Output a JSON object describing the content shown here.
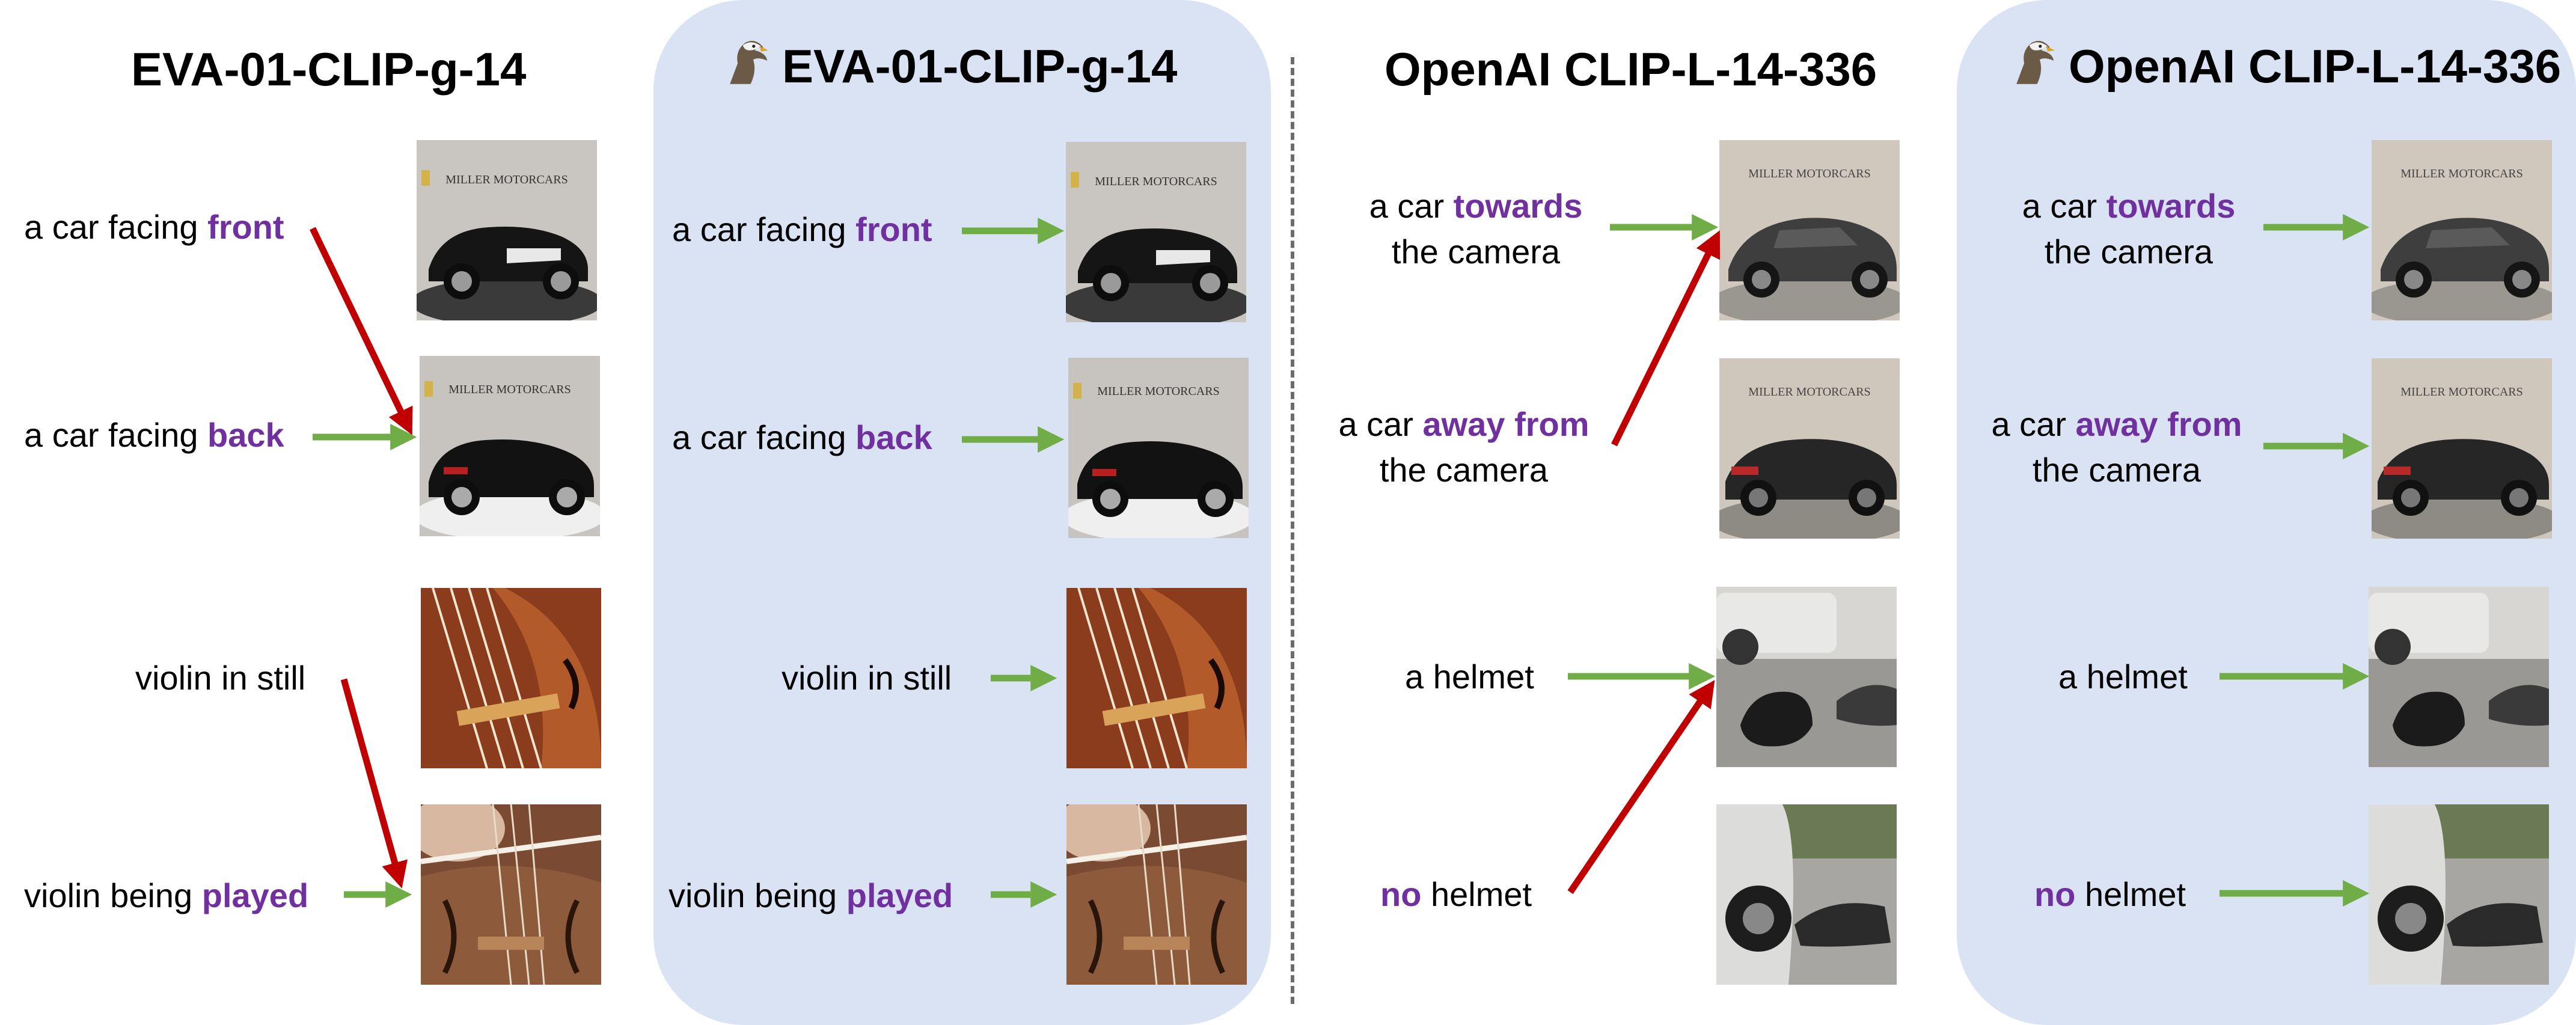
{
  "panels": [
    {
      "title": "EVA-01-CLIP-g-14",
      "rows": [
        {
          "pre": "a car facing ",
          "hl": "front",
          "post": ""
        },
        {
          "pre": "a car facing ",
          "hl": "back",
          "post": ""
        },
        {
          "pre": "violin in still",
          "hl": "",
          "post": ""
        },
        {
          "pre": "violin being ",
          "hl": "played",
          "post": ""
        }
      ]
    },
    {
      "title": "EVA-01-CLIP-g-14",
      "rows": [
        {
          "pre": "a car facing ",
          "hl": "front",
          "post": ""
        },
        {
          "pre": "a car facing ",
          "hl": "back",
          "post": ""
        },
        {
          "pre": "violin in still",
          "hl": "",
          "post": ""
        },
        {
          "pre": "violin being ",
          "hl": "played",
          "post": ""
        }
      ]
    },
    {
      "title": "OpenAI CLIP-L-14-336",
      "rows": [
        {
          "pre": "a car ",
          "hl": "towards",
          "post": "the camera"
        },
        {
          "pre": "a car ",
          "hl": "away from",
          "post": "the camera"
        },
        {
          "pre": "a helmet",
          "hl": "",
          "post": ""
        },
        {
          "pre": "",
          "hl": "no",
          "post": " helmet"
        }
      ]
    },
    {
      "title": "OpenAI CLIP-L-14-336",
      "rows": [
        {
          "pre": "a car ",
          "hl": "towards",
          "post": "the camera"
        },
        {
          "pre": "a car ",
          "hl": "away from",
          "post": "the camera"
        },
        {
          "pre": "a helmet",
          "hl": "",
          "post": ""
        },
        {
          "pre": "",
          "hl": "no",
          "post": " helmet"
        }
      ]
    }
  ],
  "thumbnails": {
    "ferrari_sign": "MILLER MOTORCARS",
    "mclaren_sign": "MILLER MOTORCARS"
  },
  "colors": {
    "panel_bg": "#dae3f3",
    "highlight": "#7030a0",
    "arrow_correct": "#70ad47",
    "arrow_wrong": "#c00000",
    "divider": "#6b6b6b"
  }
}
